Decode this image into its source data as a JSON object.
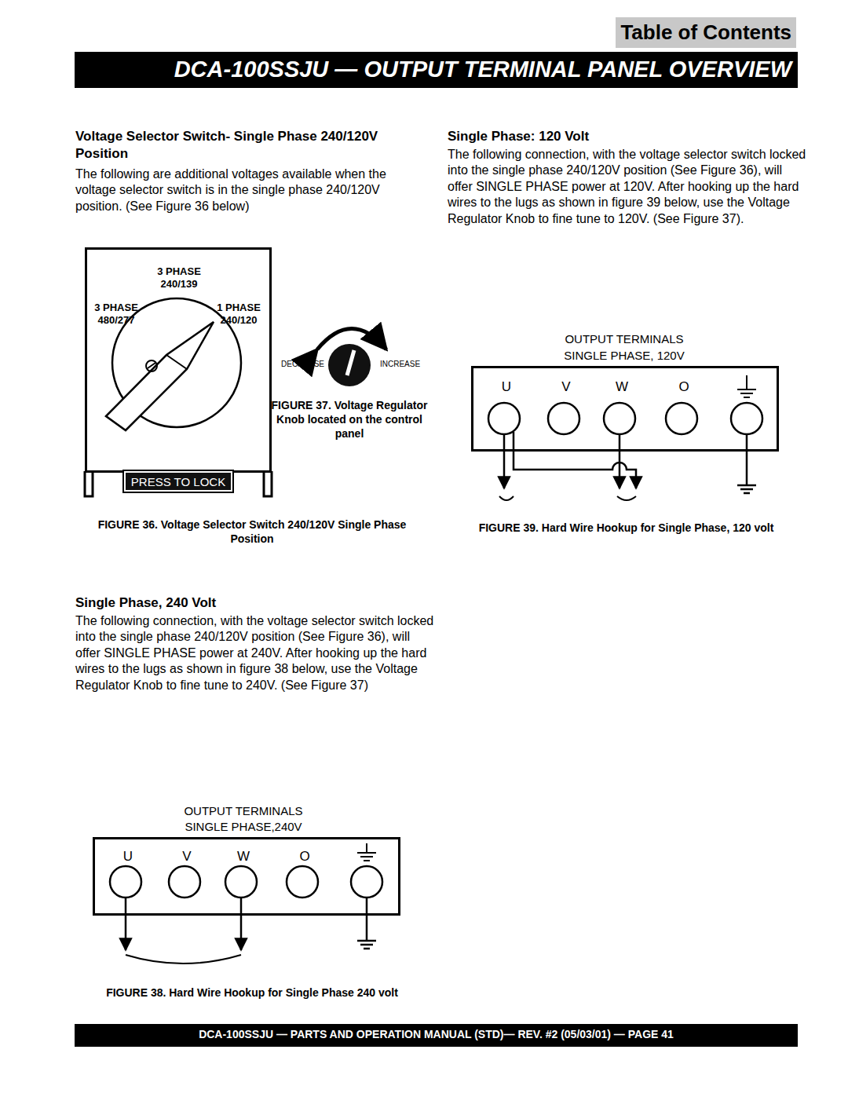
{
  "diagram": {
    "title": "DCA-100SSJU — OUTPUT TERMINAL PANEL OVERVIEW",
    "nodes": [
      {
        "text": [
          "Table of Contents"
        ]
      },
      {
        "text": [
          "3 PHASE 240/139",
          "3 PHASE 480/277",
          "1 PHASE 240/120"
        ]
      },
      {
        "text": [
          "PRESS TO LOCK"
        ],
        "in": 1
      },
      {
        "text": [
          "U",
          "V",
          "W",
          "O"
        ]
      },
      {
        "text": [
          "U",
          "V",
          "W",
          "O"
        ]
      }
    ],
    "labels": [
      "Voltage Selector Switch- Single Phase 240/120V Position",
      "The following are additional voltages available when the voltage selector switch is in the single phase 240/120V position. (See Figure 36 below)",
      "FIGURE 37. Voltage Regulator Knob located on the control panel",
      "DECREASE",
      "INCREASE",
      "FIGURE 36. Voltage Selector Switch 240/120V Single Phase Position",
      "Single Phase, 240 Volt",
      "The following connection, with the voltage selector switch locked into the single phase 240/120V position (See Figure 36), will offer SINGLE PHASE power at 240V. After hooking up the hard wires to the lugs as shown in figure 38 below, use the Voltage Regulator Knob to fine tune to 240V. (See Figure 37)",
      "OUTPUT TERMINALS",
      "SINGLE PHASE,240V",
      "FIGURE 38. Hard Wire Hookup for Single Phase 240 volt",
      "Single Phase: 120 Volt",
      "The following connection, with the voltage selector switch locked into the single phase 240/120V position (See Figure 36), will offer SINGLE PHASE power at 120V. After hooking up the hard wires to the lugs as shown in figure 39 below, use the Voltage Regulator Knob to fine tune to 120V. (See Figure 37).",
      "OUTPUT TERMINALS",
      "SINGLE PHASE, 120V",
      "FIGURE 39. Hard Wire Hookup for Single Phase, 120 volt",
      "DCA-100SSJU — PARTS AND OPERATION MANUAL (STD)— REV. #2 (05/03/01) — PAGE 41"
    ]
  }
}
